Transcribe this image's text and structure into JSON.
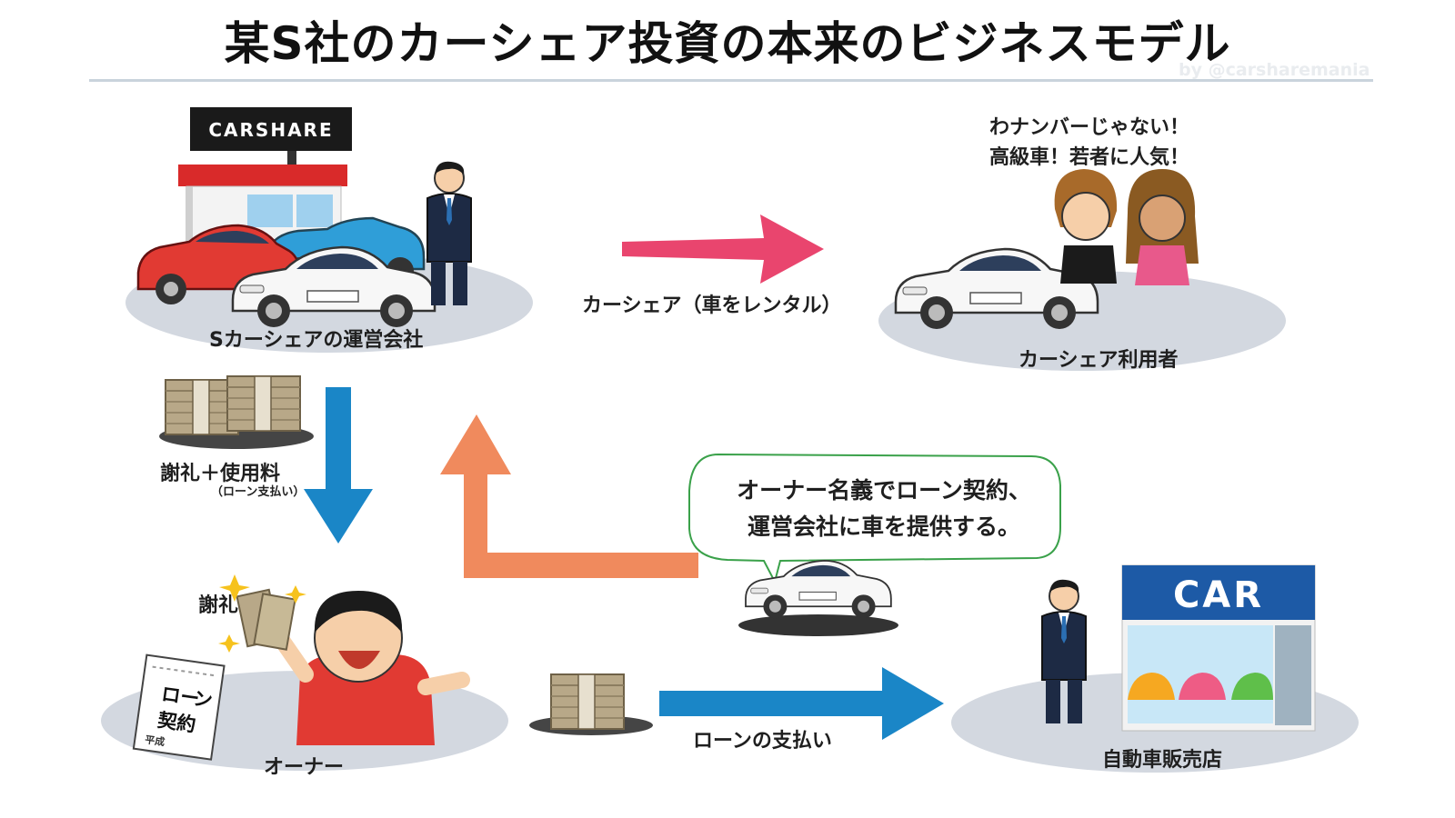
{
  "title": "某S社のカーシェア投資の本来のビジネスモデル",
  "credit": "by @carsharemania",
  "colors": {
    "pink": "#e9456e",
    "orange": "#f08a5d",
    "blue": "#1a86c7",
    "ellipse": "#d3d8e0",
    "dark": "#2a2a2a",
    "red": "#e13a33",
    "car_white": "#f7f7f7"
  },
  "nodes": {
    "operator": {
      "label": "Sカーシェアの運営会社",
      "sign": "CARSHARE"
    },
    "users": {
      "label": "カーシェア利用者",
      "speech": [
        "わナンバーじゃない！",
        "高級車！若者に人気！"
      ]
    },
    "owner": {
      "label": "オーナー",
      "paper_lines": [
        "ロー",
        "ン",
        "契約"
      ],
      "paper_foot": "平成",
      "tag": "謝礼"
    },
    "dealer": {
      "label": "自動車販売店",
      "sign": "CAR"
    }
  },
  "flows": {
    "rental": "カーシェア（車をレンタル）",
    "payment": {
      "label": "謝礼＋使用料",
      "sub": "（ローン支払い）"
    },
    "loan": "ローンの支払い"
  },
  "bubble": [
    "オーナー名義でローン契約、",
    "運営会社に車を提供する。"
  ]
}
